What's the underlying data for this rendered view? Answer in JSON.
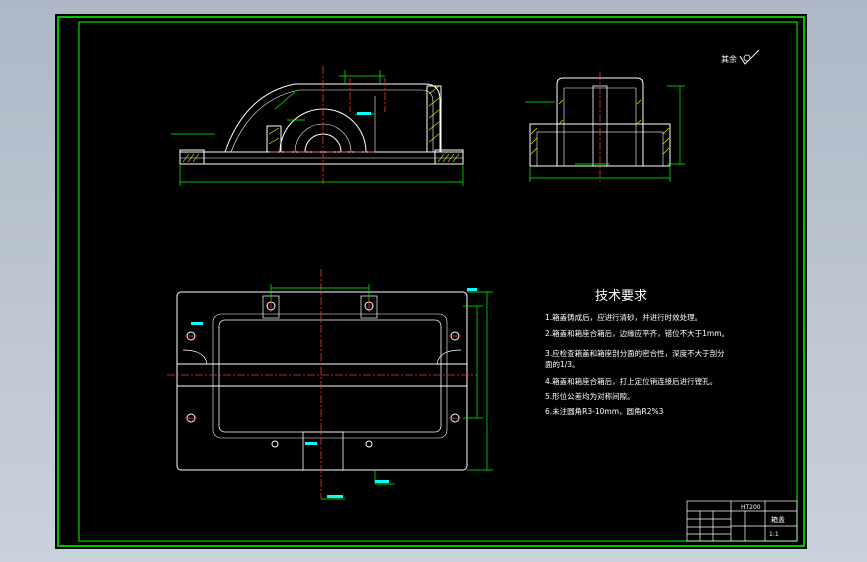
{
  "drawing": {
    "colors": {
      "background": "#000000",
      "border": "#00ff00",
      "geometry": "#ffffff",
      "dimension": "#00ff00",
      "centerline": "#ff3030",
      "hatch": "#ffff00",
      "leader_label": "#00ffff",
      "frame_outer": "#ffffff"
    },
    "surface_symbol": {
      "label": "其余"
    },
    "technical_requirements": {
      "title": "技术要求",
      "items": [
        "1.箱盖铸成后，应进行清砂，并进行时效处理。",
        "2.箱盖和箱座合箱后，边缘应平齐，错位不大于1mm。",
        "3.应检查箱盖和箱座剖分面的密合性，深度不大于剖分",
        "面的1/3。",
        "4.箱盖和箱座合箱后，打上定位销连接后进行镗孔。",
        "5.形位公差均为对称间隙。",
        "6.未注圆角R3-10mm，圆角R2%3"
      ]
    },
    "title_block": {
      "material": "HT200",
      "part_name": "箱盖",
      "scale": "1:1"
    }
  }
}
